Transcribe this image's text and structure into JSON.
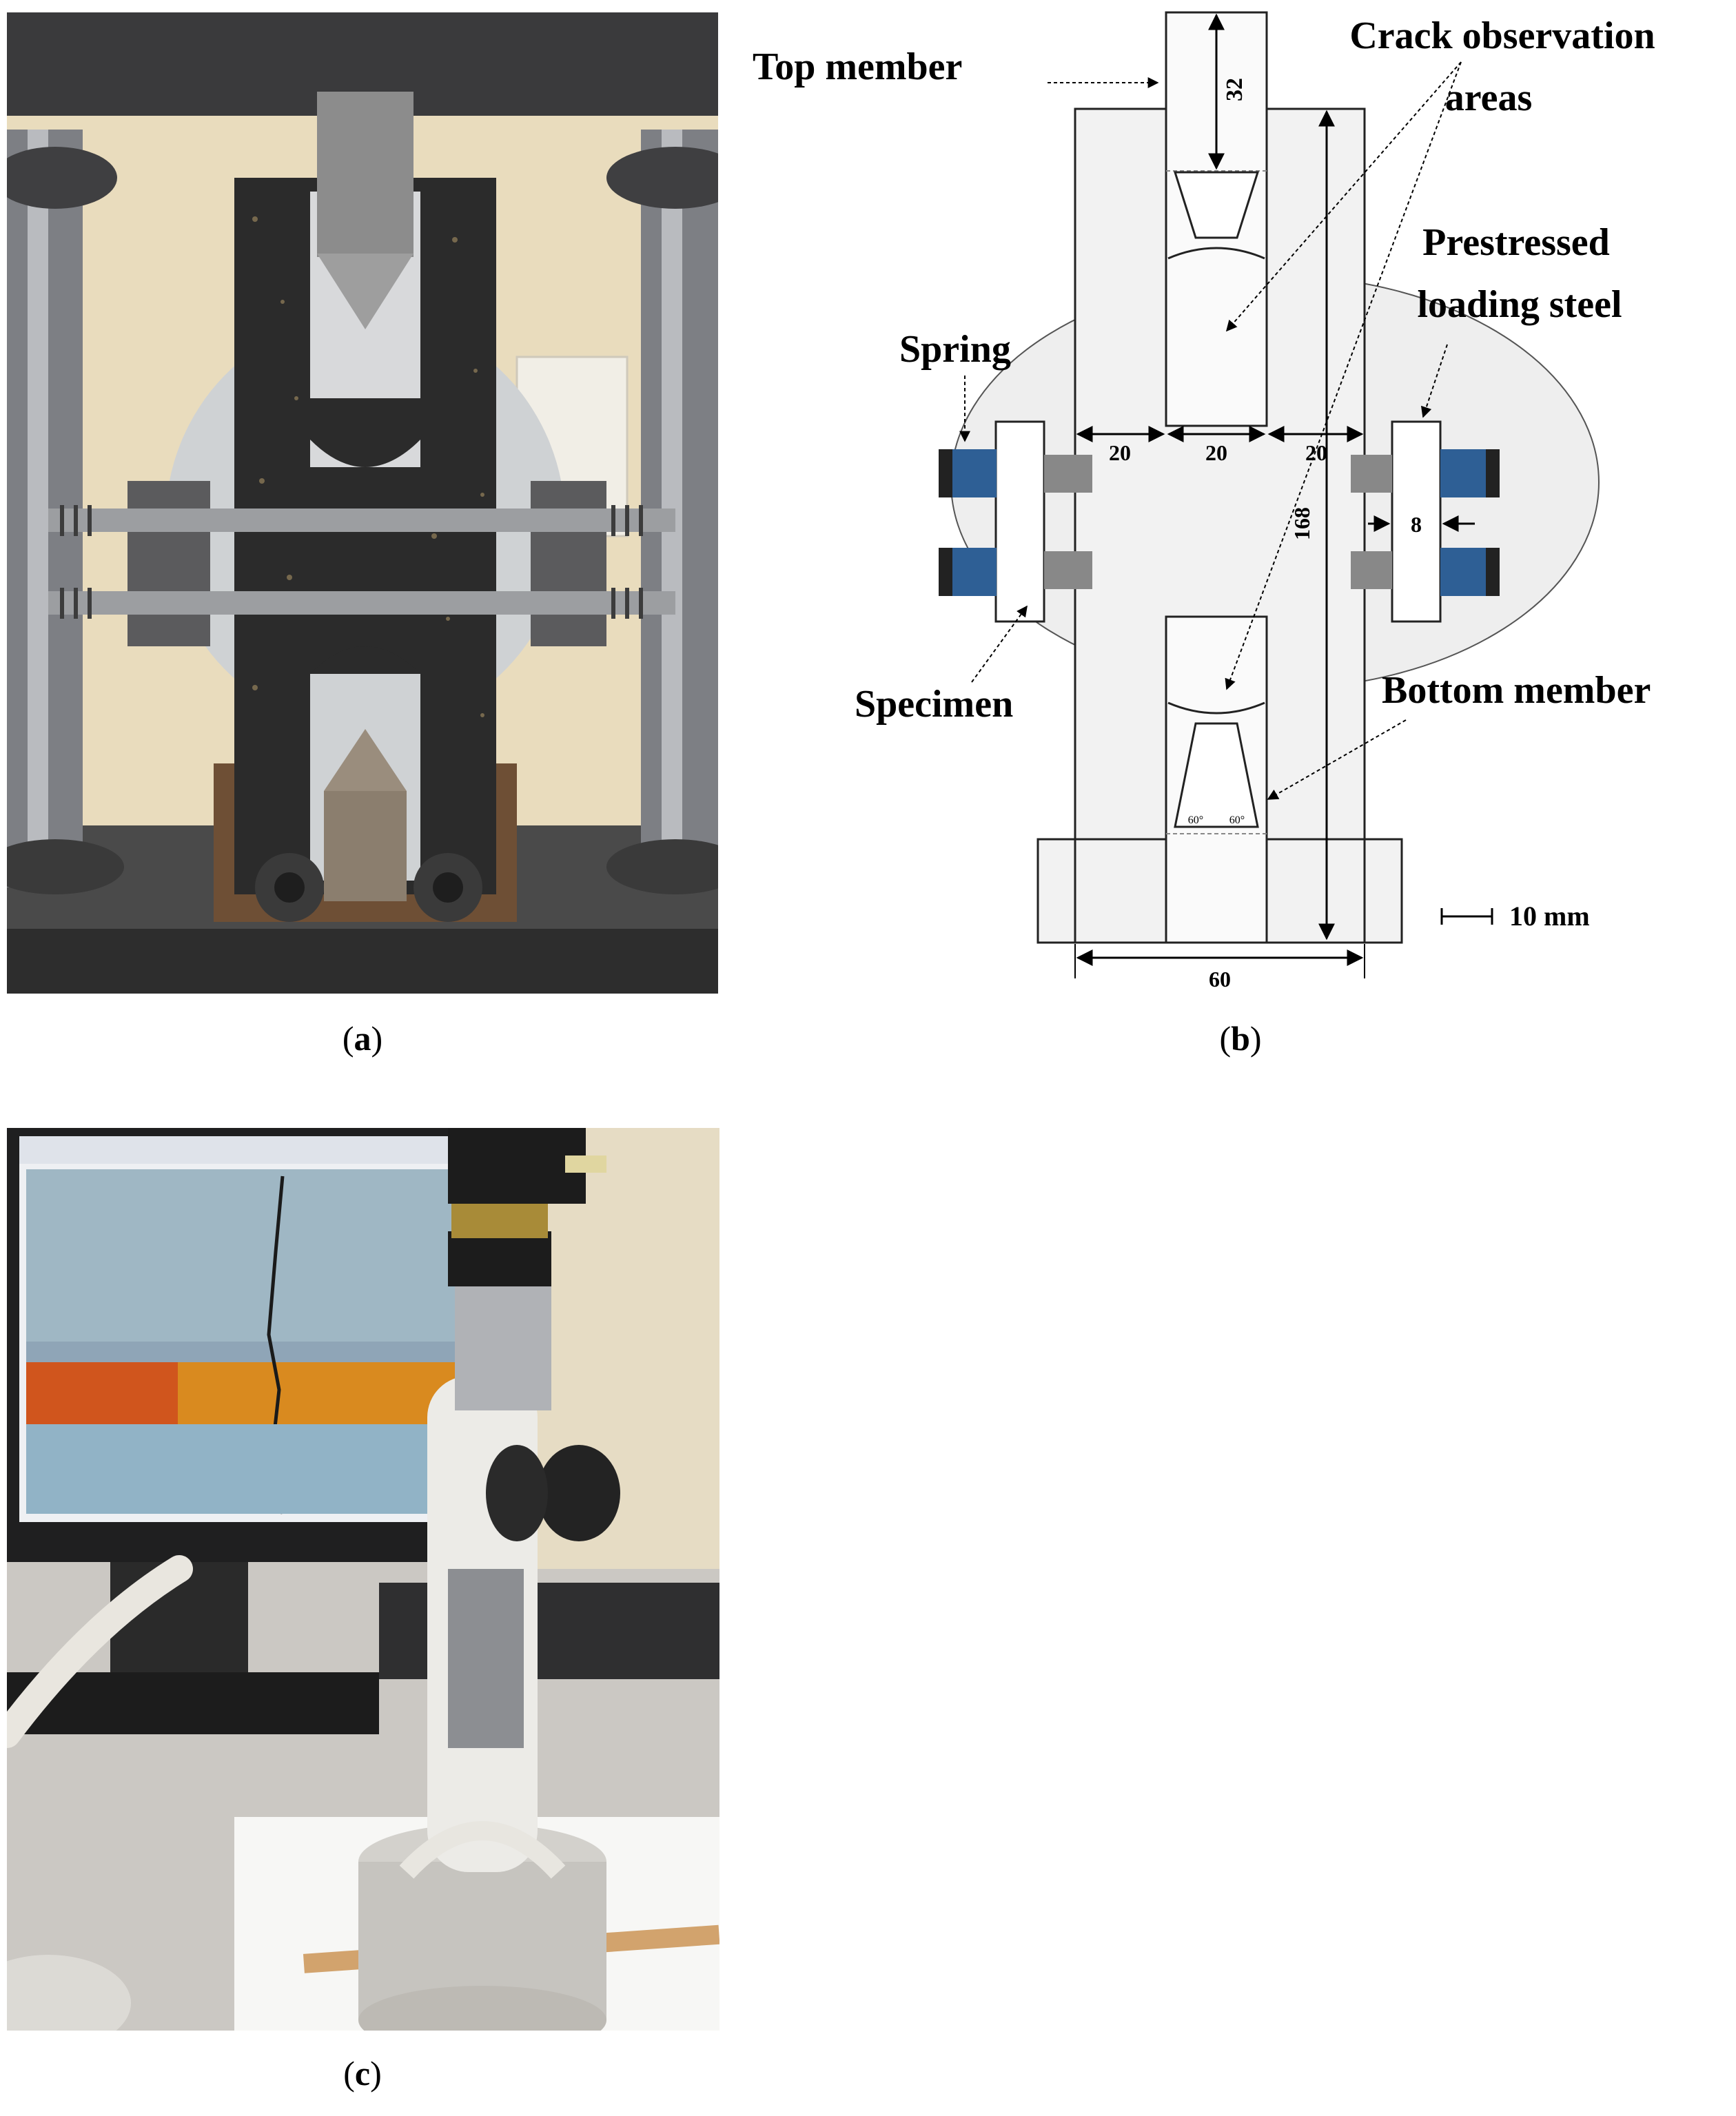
{
  "captions": {
    "a_letter": "a",
    "b_letter": "b",
    "c_letter": "c"
  },
  "diagram": {
    "labels": {
      "top_member": "Top member",
      "crack_obs_1": "Crack observation",
      "crack_obs_2": "areas",
      "prestressed_1": "Prestressed",
      "prestressed_2": "loading steel",
      "spring": "Spring",
      "specimen": "Specimen",
      "bottom_member": "Bottom member"
    },
    "dimensions": {
      "top_len": "32",
      "w_left": "20",
      "w_mid": "20",
      "w_right": "20",
      "height": "168",
      "gap": "8",
      "base_width": "60",
      "angle_left": "60°",
      "angle_right": "60°"
    },
    "scale_bar": "10 mm"
  },
  "photos": {
    "a": "loading-frame-photo",
    "b": "microscope-photo"
  },
  "colors": {
    "frame_black": "#2b2b2b",
    "spring_blue": "#2e5f95",
    "steel_gray": "#888888",
    "orange_band": "#d98a1f"
  }
}
